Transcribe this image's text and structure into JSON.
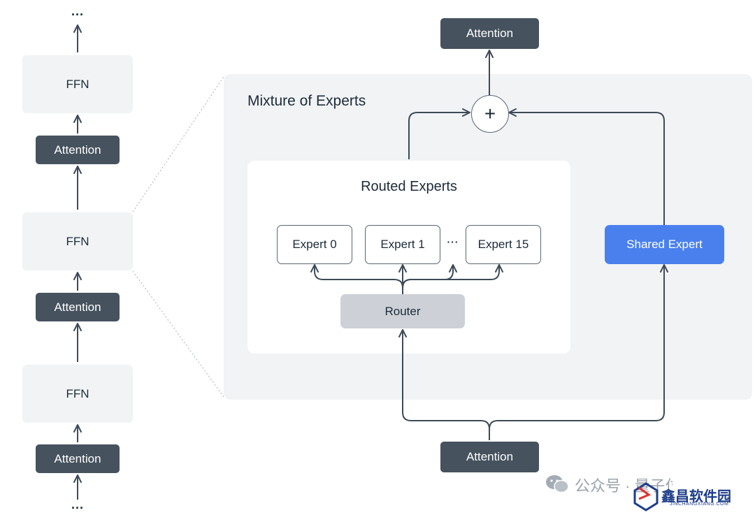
{
  "left_stack": {
    "top_dots": "...",
    "bottom_dots": "...",
    "ffn_labels": [
      "FFN",
      "FFN",
      "FFN"
    ],
    "attention_labels": [
      "Attention",
      "Attention",
      "Attention"
    ]
  },
  "moe": {
    "title": "Mixture of Experts",
    "plus_symbol": "+",
    "top_attention_label": "Attention",
    "bottom_attention_label": "Attention",
    "routed": {
      "title": "Routed Experts",
      "experts": [
        "Expert 0",
        "Expert 1",
        "Expert 15"
      ],
      "ellipsis": "···",
      "router_label": "Router"
    },
    "shared_expert_label": "Shared Expert"
  },
  "colors": {
    "dark_box": "#46525e",
    "light_box": "#f1f3f5",
    "shared_expert": "#4a80ee",
    "router": "#cdd1d7",
    "line": "#3d4a57"
  },
  "watermark": {
    "text": "公众号 · 量子位",
    "logo_cn": "鑫昌软件园",
    "logo_en": "JINCHANGXIANG.COM"
  }
}
